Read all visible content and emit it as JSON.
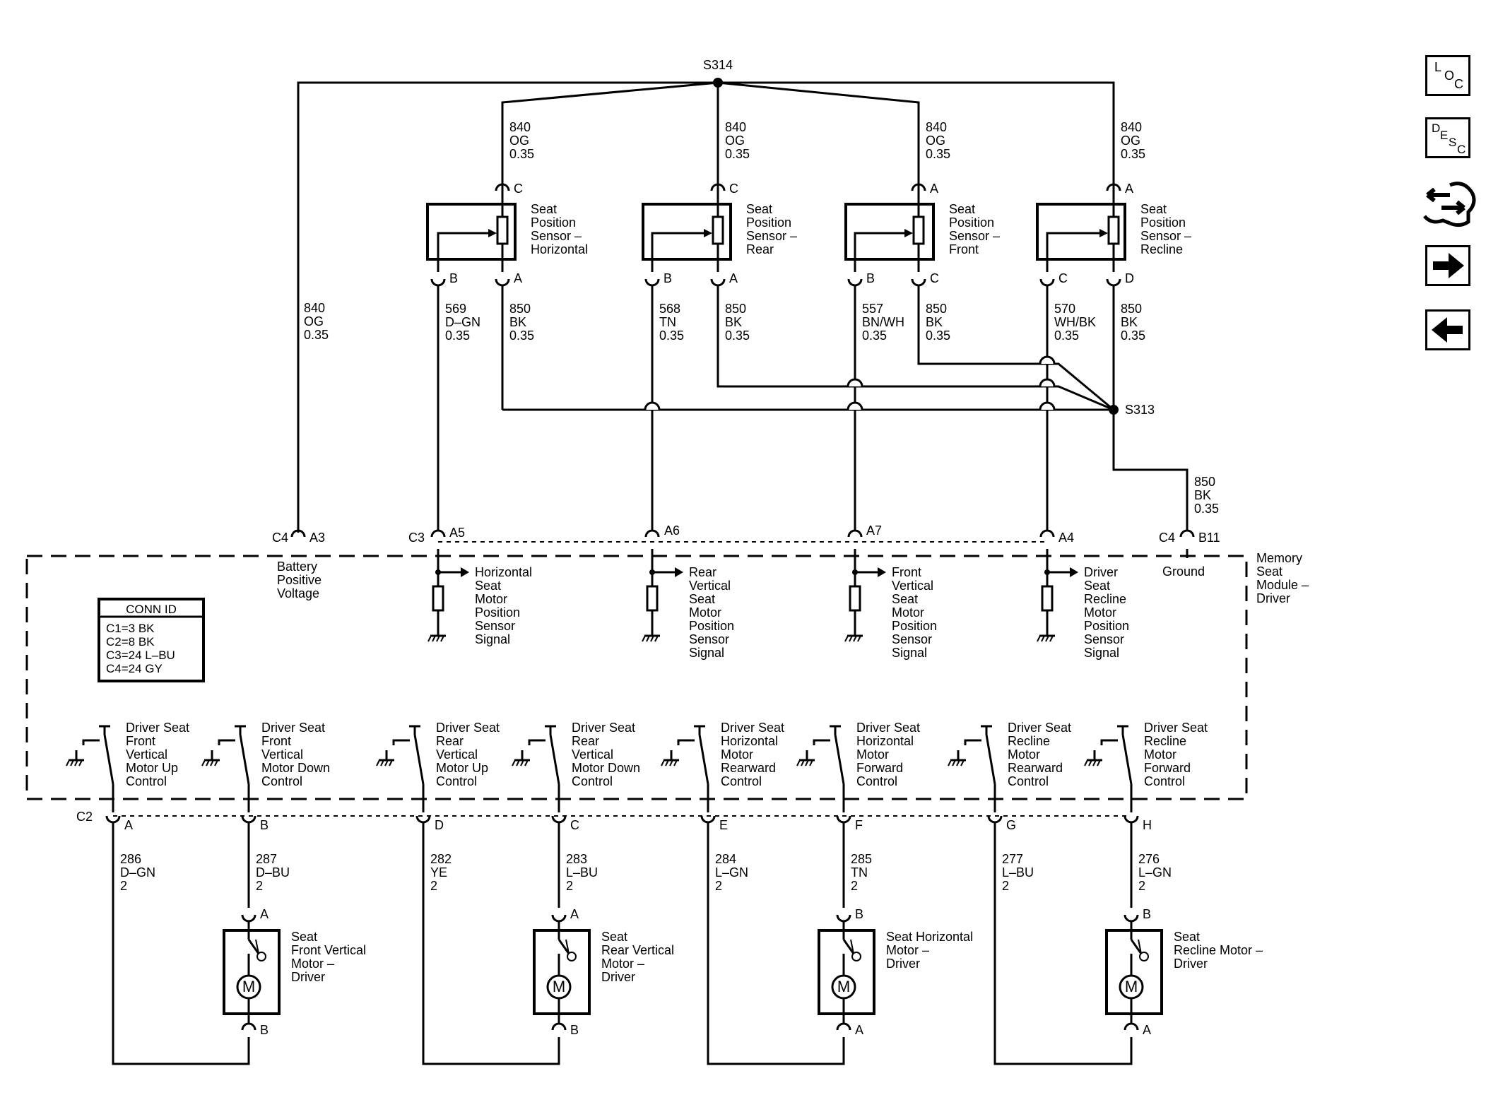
{
  "diagram": {
    "splices": {
      "top": "S314",
      "ground": "S313"
    },
    "module": {
      "name": [
        "Memory",
        "Seat",
        "Module –",
        "Driver"
      ]
    },
    "conn_id": {
      "title": "CONN ID",
      "rows": [
        "C1=3 BK",
        "C2=8 BK",
        "C3=24 L–BU",
        "C4=24 GY"
      ]
    },
    "top_wires": [
      [
        "840",
        "OG",
        "0.35"
      ],
      [
        "840",
        "OG",
        "0.35"
      ],
      [
        "840",
        "OG",
        "0.35"
      ],
      [
        "840",
        "OG",
        "0.35"
      ]
    ],
    "battery_wire": [
      "840",
      "OG",
      "0.35"
    ],
    "sensors": [
      {
        "name": [
          "Seat",
          "Position",
          "Sensor –",
          "Horizontal"
        ],
        "top_pin": "C",
        "pin_left": "B",
        "pin_right": "A",
        "signal_wire": [
          "569",
          "D–GN",
          "0.35"
        ],
        "ground_wire": [
          "850",
          "BK",
          "0.35"
        ]
      },
      {
        "name": [
          "Seat",
          "Position",
          "Sensor –",
          "Rear"
        ],
        "top_pin": "C",
        "pin_left": "B",
        "pin_right": "A",
        "signal_wire": [
          "568",
          "TN",
          "0.35"
        ],
        "ground_wire": [
          "850",
          "BK",
          "0.35"
        ]
      },
      {
        "name": [
          "Seat",
          "Position",
          "Sensor –",
          "Front"
        ],
        "top_pin": "A",
        "pin_left": "B",
        "pin_right": "C",
        "signal_wire": [
          "557",
          "BN/WH",
          "0.35"
        ],
        "ground_wire": [
          "850",
          "BK",
          "0.35"
        ]
      },
      {
        "name": [
          "Seat",
          "Position",
          "Sensor –",
          "Recline"
        ],
        "top_pin": "A",
        "pin_left": "C",
        "pin_right": "D",
        "signal_wire": [
          "570",
          "WH/BK",
          "0.35"
        ],
        "ground_wire": [
          "850",
          "BK",
          "0.35"
        ]
      }
    ],
    "ground_wire": [
      "850",
      "BK",
      "0.35"
    ],
    "module_pins": {
      "c4": "C4",
      "a3": "A3",
      "c3": "C3",
      "a5": "A5",
      "a6": "A6",
      "a7": "A7",
      "a4": "A4",
      "c4b": "C4",
      "b11": "B11"
    },
    "module_labels": {
      "battery": [
        "Battery",
        "Positive",
        "Voltage"
      ],
      "ground": "Ground",
      "signals": [
        [
          "Horizontal",
          "Seat",
          "Motor",
          "Position",
          "Sensor",
          "Signal"
        ],
        [
          "Rear",
          "Vertical",
          "Seat",
          "Motor",
          "Position",
          "Sensor",
          "Signal"
        ],
        [
          "Front",
          "Vertical",
          "Seat",
          "Motor",
          "Position",
          "Sensor",
          "Signal"
        ],
        [
          "Driver",
          "Seat",
          "Recline",
          "Motor",
          "Position",
          "Sensor",
          "Signal"
        ]
      ]
    },
    "controls": [
      {
        "label": [
          "Driver Seat",
          "Front",
          "Vertical",
          "Motor Up",
          "Control"
        ],
        "pin": "A"
      },
      {
        "label": [
          "Driver Seat",
          "Front",
          "Vertical",
          "Motor Down",
          "Control"
        ],
        "pin": "B"
      },
      {
        "label": [
          "Driver Seat",
          "Rear",
          "Vertical",
          "Motor Up",
          "Control"
        ],
        "pin": "D"
      },
      {
        "label": [
          "Driver Seat",
          "Rear",
          "Vertical",
          "Motor Down",
          "Control"
        ],
        "pin": "C"
      },
      {
        "label": [
          "Driver Seat",
          "Horizontal",
          "Motor",
          "Rearward",
          "Control"
        ],
        "pin": "E"
      },
      {
        "label": [
          "Driver Seat",
          "Horizontal",
          "Motor",
          "Forward",
          "Control"
        ],
        "pin": "F"
      },
      {
        "label": [
          "Driver Seat",
          "Recline",
          "Motor",
          "Rearward",
          "Control"
        ],
        "pin": "G"
      },
      {
        "label": [
          "Driver Seat",
          "Recline",
          "Motor",
          "Forward",
          "Control"
        ],
        "pin": "H"
      }
    ],
    "c2_label": "C2",
    "motor_wires": [
      [
        "286",
        "D–GN",
        "2"
      ],
      [
        "287",
        "D–BU",
        "2"
      ],
      [
        "282",
        "YE",
        "2"
      ],
      [
        "283",
        "L–BU",
        "2"
      ],
      [
        "284",
        "L–GN",
        "2"
      ],
      [
        "285",
        "TN",
        "2"
      ],
      [
        "277",
        "L–BU",
        "2"
      ],
      [
        "276",
        "L–GN",
        "2"
      ]
    ],
    "motors": [
      {
        "name": [
          "Seat",
          "Front Vertical",
          "Motor –",
          "Driver"
        ],
        "top_pin": "A",
        "bottom_pin": "B",
        "symbol": "M"
      },
      {
        "name": [
          "Seat",
          "Rear Vertical",
          "Motor –",
          "Driver"
        ],
        "top_pin": "A",
        "bottom_pin": "B",
        "symbol": "M"
      },
      {
        "name": [
          "Seat Horizontal",
          "Motor –",
          "Driver"
        ],
        "top_pin": "B",
        "bottom_pin": "A",
        "symbol": "M"
      },
      {
        "name": [
          "Seat",
          "Recline Motor –",
          "Driver"
        ],
        "top_pin": "B",
        "bottom_pin": "A",
        "symbol": "M"
      }
    ]
  },
  "nav": {
    "loc": [
      "L",
      "O",
      "C"
    ],
    "desc": [
      "D",
      "E",
      "S",
      "C"
    ],
    "icons": [
      "connector-icon",
      "forward-arrow-icon",
      "back-arrow-icon"
    ]
  }
}
